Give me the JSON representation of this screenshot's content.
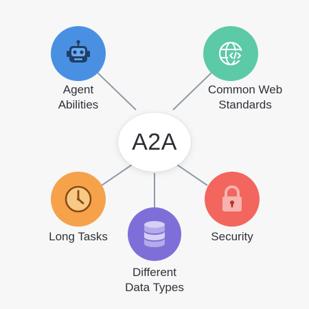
{
  "center": {
    "label": "A2A"
  },
  "nodes": [
    {
      "id": "agent-abilities",
      "line1": "Agent",
      "line2": "Abilities",
      "icon": "robot-icon",
      "color": "#4a90e2"
    },
    {
      "id": "common-web-standards",
      "line1": "Common Web",
      "line2": "Standards",
      "icon": "globe-code-icon",
      "color": "#5cc9a7"
    },
    {
      "id": "long-tasks",
      "line1": "Long Tasks",
      "line2": "",
      "icon": "clock-icon",
      "color": "#f5a24b"
    },
    {
      "id": "different-data-types",
      "line1": "Different",
      "line2": "Data Types",
      "icon": "database-icon",
      "color": "#7e6fd8"
    },
    {
      "id": "security",
      "line1": "Security",
      "line2": "",
      "icon": "lock-icon",
      "color": "#f2665e"
    }
  ],
  "colors": {
    "connector": "#8d99a6",
    "background": "#f7f7f8"
  }
}
